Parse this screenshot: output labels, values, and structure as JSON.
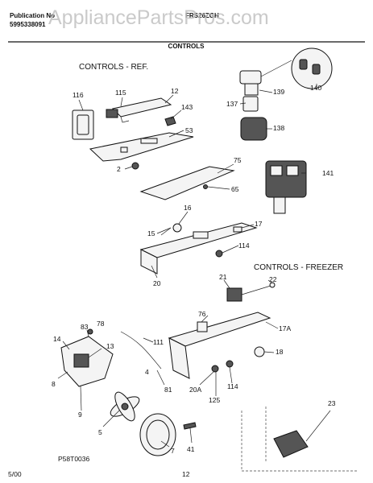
{
  "header": {
    "publication": "Publication No",
    "number": "5995338091",
    "model": "FRS26ZGH",
    "section": "CONTROLS"
  },
  "watermark": "AppliancePartsPros.com",
  "sections": {
    "ref": "CONTROLS - REF.",
    "freezer": "CONTROLS - FREEZER"
  },
  "callouts": {
    "c116": "116",
    "c115": "115",
    "c12": "12",
    "c143": "143",
    "c53": "53",
    "c2": "2",
    "c75": "75",
    "c65": "65",
    "c140": "140",
    "c139": "139",
    "c137": "137",
    "c138": "138",
    "c141": "141",
    "c16": "16",
    "c15": "15",
    "c17": "17",
    "c114a": "114",
    "c20": "20",
    "c21": "21",
    "c22": "22",
    "c76": "76",
    "c17a": "17A",
    "c18": "18",
    "c20a": "20A",
    "c125": "125",
    "c114b": "114",
    "c83": "83",
    "c78": "78",
    "c14": "14",
    "c13": "13",
    "c111": "111",
    "c4": "4",
    "c81": "81",
    "c8": "8",
    "c9": "9",
    "c5": "5",
    "c7": "7",
    "c41": "41",
    "c23": "23"
  },
  "footer": {
    "drawing": "P58T0036",
    "date": "5/00",
    "page": "12"
  }
}
